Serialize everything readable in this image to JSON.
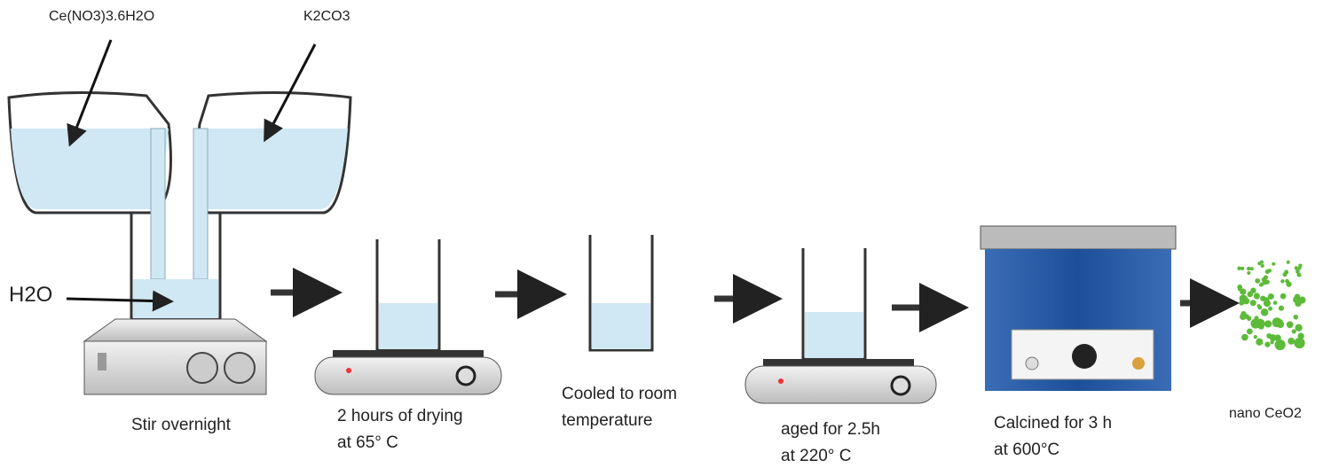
{
  "reagents": {
    "left": "Ce(NO3)3.6H2O",
    "right": "K2CO3",
    "water": "H2O"
  },
  "steps": [
    {
      "line1": "Stir overnight",
      "line2": ""
    },
    {
      "line1": "2 hours of drying",
      "line2": "at 65° C"
    },
    {
      "line1": "Cooled to room",
      "line2": "temperature"
    },
    {
      "line1": "aged for 2.5h",
      "line2": "at 220° C"
    },
    {
      "line1": "Calcined for 3 h",
      "line2": "at 600°C"
    },
    {
      "line1": "nano CeO2",
      "line2": ""
    }
  ],
  "colors": {
    "liquid": "#cfe8f3",
    "furnace": "#2c5fa8",
    "particles": "#5dbb3a"
  }
}
